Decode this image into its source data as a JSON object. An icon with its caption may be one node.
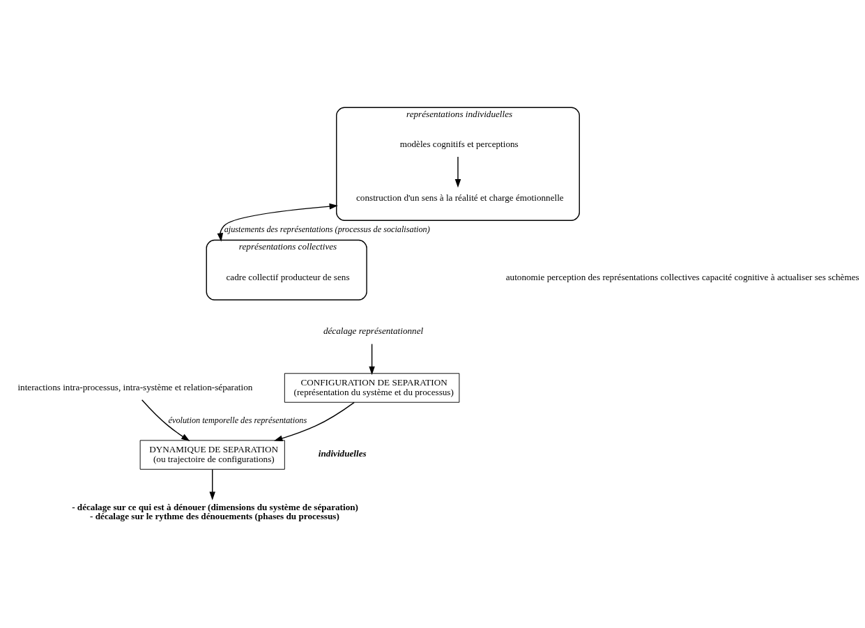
{
  "diagram": {
    "nodes": [
      {
        "text": [
          "représentations individuelles"
        ]
      },
      {
        "text": [
          "construction d'un sens à la réalité et charge émotionnelle"
        ],
        "in": 0
      },
      {
        "text": [
          "modèles cognitifs et perceptions"
        ],
        "in": 0
      },
      {
        "text": [
          "représentations collectives"
        ]
      },
      {
        "text": [
          "cadre collectif producteur de sens"
        ],
        "in": 3
      },
      {
        "text": [
          "décalage représentationnel"
        ]
      },
      {
        "text": [
          "CONFIGURATION DE SEPARATION",
          "(représentation du système et du processus)"
        ]
      },
      {
        "text": [
          "DYNAMIQUE DE SEPARATION",
          "(ou trajectoire de configurations)"
        ]
      },
      {
        "text": [
          "interactions intra-processus, intra-système et relation-séparation"
        ]
      },
      {
        "text": [
          "- décalage sur ce qui est à dénouer (dimensions du système de séparation)",
          "- décalage sur le rythme des dénouements (phases du processus)"
        ]
      }
    ],
    "edges": [
      {
        "from": 2,
        "to": 1,
        "arrow": "to"
      },
      {
        "from": 0,
        "to": 3,
        "arrow": "both",
        "label": "ajustements des représentations (processus de socialisation)"
      },
      {
        "from": 5,
        "to": 6,
        "arrow": "to"
      },
      {
        "from": 6,
        "to": 7,
        "arrow": "to"
      },
      {
        "from": 8,
        "to": 7,
        "arrow": "to",
        "label": "évolution temporelle des représentations"
      },
      {
        "from": 7,
        "to": 9,
        "arrow": "to"
      }
    ],
    "labels": [
      "autonomie perception des représentations collectives capacité cognitive à actualiser ses schèmes",
      "individuelles"
    ]
  }
}
